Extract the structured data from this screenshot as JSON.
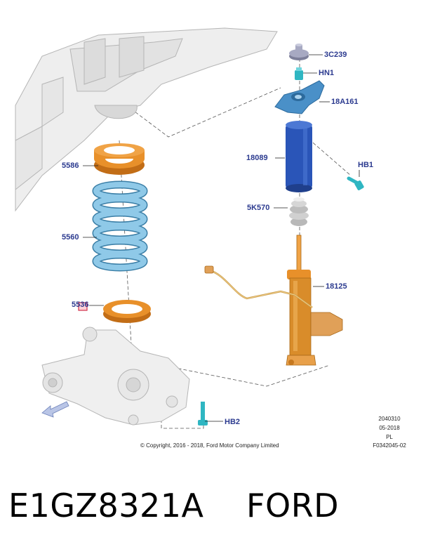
{
  "diagram": {
    "callouts": {
      "c3c239": "3C239",
      "hn1": "HN1",
      "c18a161": "18A161",
      "c18089": "18089",
      "hb1": "HB1",
      "c5k570": "5K570",
      "c18125": "18125",
      "c5586": "5586",
      "c5560": "5560",
      "c5536": "5536",
      "hb2": "HB2"
    },
    "copyright": "© Copyright, 2016 - 2018, Ford Motor Company Limited",
    "meta": {
      "code": "2040310",
      "date": "05-2018",
      "lang": "PL",
      "figure": "F0342045-02"
    }
  },
  "caption": {
    "part_number": "E1GZ8321A",
    "brand": "FORD"
  },
  "colors": {
    "callout_text": "#2b3a8f",
    "spring": "#8fc9e8",
    "spring_dark": "#3a7ea6",
    "isolator": "#e8902a",
    "shock_body": "#d98c2a",
    "boot": "#2a55b8",
    "bolt": "#2fb6c2",
    "structure": "#eeeeee"
  }
}
